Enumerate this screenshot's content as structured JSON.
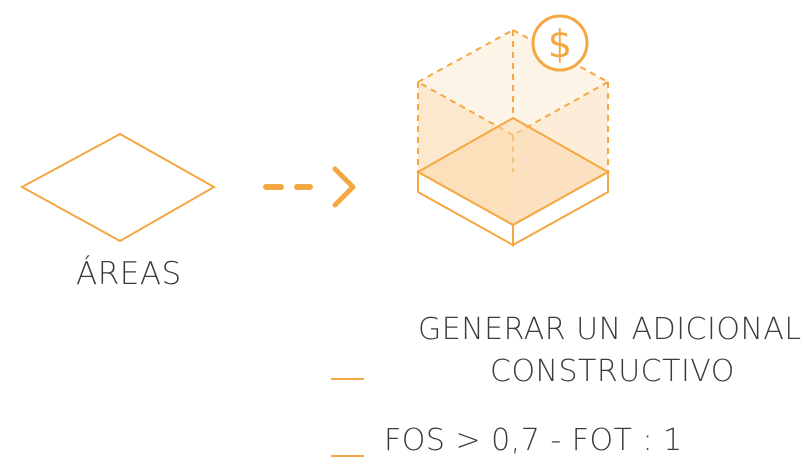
{
  "diagram": {
    "source_label": "ÁREAS",
    "result_label_line1": "GENERAR UN ADICIONAL",
    "result_label_line2": "CONSTRUCTIVO",
    "rule_label": "FOS > 0,7 - FOT : 1",
    "coin_symbol": "$",
    "accent_color": "#f5a742",
    "fill_color": "#fbe0bc",
    "icons": [
      "diamond-area-icon",
      "dotted-arrow-icon",
      "cube-building-icon",
      "dollar-coin-icon"
    ]
  }
}
